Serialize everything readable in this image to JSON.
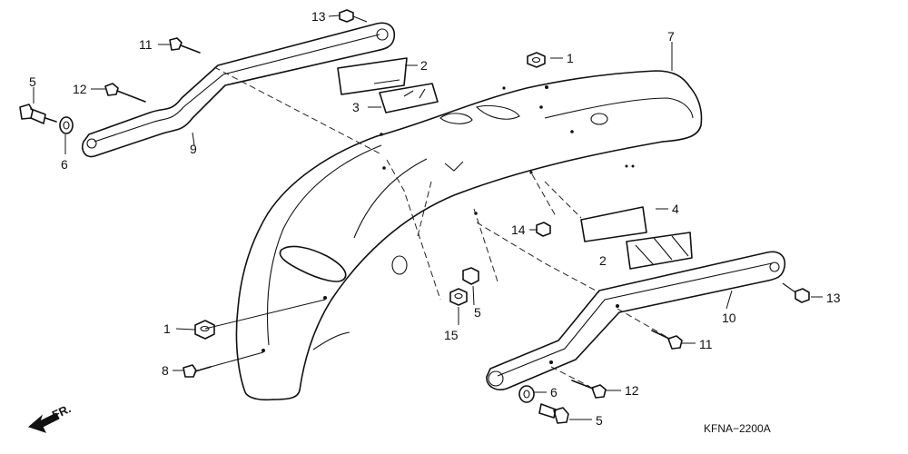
{
  "diagram": {
    "code": "KFNA−2200A",
    "direction_label": "FR.",
    "callouts": {
      "p1_top": "1",
      "p2_top": "2",
      "p3": "3",
      "p4": "4",
      "p2_bottom": "2",
      "p5_left": "5",
      "p6_left": "6",
      "p7": "7",
      "p9": "9",
      "p11_left": "11",
      "p12_left": "12",
      "p13_top": "13",
      "p14": "14",
      "p1_left": "1",
      "p8": "8",
      "p15": "15",
      "p5_mid": "5",
      "p10": "10",
      "p13_right": "13",
      "p11_right": "11",
      "p12_right": "12",
      "p6_right": "6",
      "p5_right": "5"
    }
  }
}
